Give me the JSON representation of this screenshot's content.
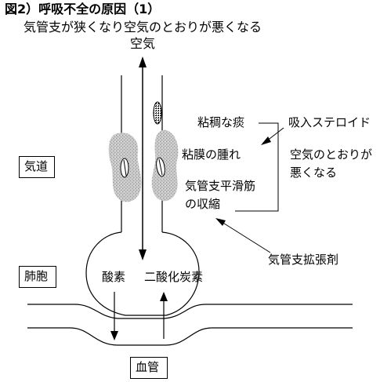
{
  "figure": {
    "title": "図2）呼吸不全の原因（1）",
    "subtitle": "気管支が狭くなり空気のとおりが悪くなる"
  },
  "labels": {
    "air": "空気",
    "phlegm": "粘稠な痰",
    "inhaled_steroid": "吸入ステロイド",
    "mucosa_swelling": "粘膜の腫れ",
    "airflow_worse_line1": "空気のとおりが",
    "airflow_worse_line2": "悪くなる",
    "smooth_muscle_line1": "気管支平滑筋",
    "smooth_muscle_line2": "の収縮",
    "bronchodilator": "気管支拡張剤",
    "airway": "気道",
    "alveolus": "肺胞",
    "oxygen": "酸素",
    "co2": "二酸化炭素",
    "blood_vessel": "血管"
  }
}
